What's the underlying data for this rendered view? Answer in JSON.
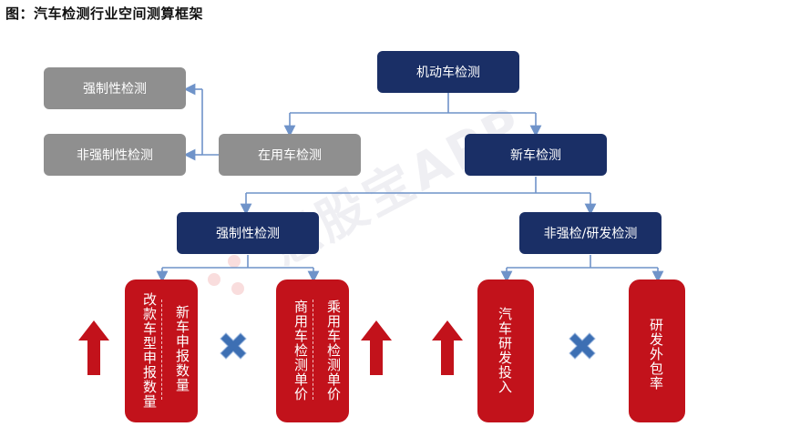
{
  "title": "图：汽车检测行业空间测算框架",
  "watermark": "慧股宝APP",
  "nodes": {
    "root": "机动车检测",
    "mandatory_top": "强制性检测",
    "nonmandatory_top": "非强制性检测",
    "in_use": "在用车检测",
    "new_car": "新车检测",
    "mandatory": "强制性检测",
    "nonmandatory_rd": "非强检/研发检测"
  },
  "factors": {
    "f1a": "改款车型申报数量",
    "f1b": "新车申报数量",
    "f2a": "商用车检测单价",
    "f2b": "乘用车检测单价",
    "f3": "汽车研发投入",
    "f4": "研发外包率"
  },
  "colors": {
    "navy": "#1a2f66",
    "grey": "#8f8f8f",
    "red": "#c2121b",
    "blue_line": "#6f93c9",
    "cross": "#3d6fb3"
  }
}
